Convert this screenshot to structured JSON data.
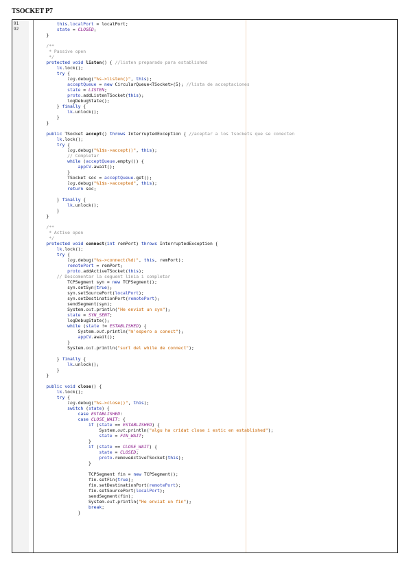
{
  "document": {
    "title": "TSOCKET P7"
  },
  "gutter": {
    "line_numbers": [
      "91",
      "92"
    ]
  },
  "code_lines": [
    [
      {
        "t": "        "
      },
      {
        "t": "this",
        "c": "kw"
      },
      {
        "t": "."
      },
      {
        "t": "localPort",
        "c": "fld"
      },
      {
        "t": " = localPort;"
      }
    ],
    [
      {
        "t": "        "
      },
      {
        "t": "state",
        "c": "fld"
      },
      {
        "t": " = "
      },
      {
        "t": "CLOSED",
        "c": "cst"
      },
      {
        "t": ";"
      }
    ],
    [
      {
        "t": "    }"
      }
    ],
    [
      {
        "t": ""
      }
    ],
    [
      {
        "t": "    /**",
        "c": "com"
      }
    ],
    [
      {
        "t": "     * Passive open",
        "c": "com"
      }
    ],
    [
      {
        "t": "     */",
        "c": "com"
      }
    ],
    [
      {
        "t": "    "
      },
      {
        "t": "protected void",
        "c": "kw"
      },
      {
        "t": " "
      },
      {
        "t": "listen",
        "c": "fn"
      },
      {
        "t": "() { "
      },
      {
        "t": "//listen preparado para established",
        "c": "com"
      }
    ],
    [
      {
        "t": "        "
      },
      {
        "t": "lk",
        "c": "fld"
      },
      {
        "t": ".lock();"
      }
    ],
    [
      {
        "t": "        "
      },
      {
        "t": "try",
        "c": "kw"
      },
      {
        "t": " {"
      }
    ],
    [
      {
        "t": "            "
      },
      {
        "t": "log",
        "c": "stat"
      },
      {
        "t": ".debug("
      },
      {
        "t": "\"%s->listen()\"",
        "c": "str"
      },
      {
        "t": ", "
      },
      {
        "t": "this",
        "c": "kw"
      },
      {
        "t": ");"
      }
    ],
    [
      {
        "t": "            "
      },
      {
        "t": "acceptQueue",
        "c": "fld"
      },
      {
        "t": " = "
      },
      {
        "t": "new",
        "c": "kw"
      },
      {
        "t": " CircularQueue<TSocket>(5); "
      },
      {
        "t": "//lista de acceptaciones",
        "c": "com"
      }
    ],
    [
      {
        "t": "            "
      },
      {
        "t": "state",
        "c": "fld"
      },
      {
        "t": " = "
      },
      {
        "t": "LISTEN",
        "c": "cst"
      },
      {
        "t": ";"
      }
    ],
    [
      {
        "t": "            "
      },
      {
        "t": "proto",
        "c": "fld"
      },
      {
        "t": ".addListenTSocket("
      },
      {
        "t": "this",
        "c": "kw"
      },
      {
        "t": ");"
      }
    ],
    [
      {
        "t": "            logDebugState();"
      }
    ],
    [
      {
        "t": "        } "
      },
      {
        "t": "finally",
        "c": "kw"
      },
      {
        "t": " {"
      }
    ],
    [
      {
        "t": "            "
      },
      {
        "t": "lk",
        "c": "fld"
      },
      {
        "t": ".unlock();"
      }
    ],
    [
      {
        "t": "        }"
      }
    ],
    [
      {
        "t": "    }"
      }
    ],
    [
      {
        "t": ""
      }
    ],
    [
      {
        "t": "    "
      },
      {
        "t": "public",
        "c": "kw"
      },
      {
        "t": " TSocket "
      },
      {
        "t": "accept",
        "c": "fn"
      },
      {
        "t": "() "
      },
      {
        "t": "throws",
        "c": "kw"
      },
      {
        "t": " InterruptedException { "
      },
      {
        "t": "//aceptar a los tsockets que se conecten",
        "c": "com"
      }
    ],
    [
      {
        "t": "        "
      },
      {
        "t": "lk",
        "c": "fld"
      },
      {
        "t": ".lock();"
      }
    ],
    [
      {
        "t": "        "
      },
      {
        "t": "try",
        "c": "kw"
      },
      {
        "t": " {"
      }
    ],
    [
      {
        "t": "            "
      },
      {
        "t": "log",
        "c": "stat"
      },
      {
        "t": ".debug("
      },
      {
        "t": "\"%1$s->accept()\"",
        "c": "str"
      },
      {
        "t": ", "
      },
      {
        "t": "this",
        "c": "kw"
      },
      {
        "t": ");"
      }
    ],
    [
      {
        "t": "            "
      },
      {
        "t": "// Completar",
        "c": "com"
      }
    ],
    [
      {
        "t": "            "
      },
      {
        "t": "while",
        "c": "kw"
      },
      {
        "t": " ("
      },
      {
        "t": "acceptQueue",
        "c": "fld"
      },
      {
        "t": ".empty()) {"
      }
    ],
    [
      {
        "t": "                "
      },
      {
        "t": "appCV",
        "c": "fld"
      },
      {
        "t": ".await();"
      }
    ],
    [
      {
        "t": "            }"
      }
    ],
    [
      {
        "t": "            TSocket soc = "
      },
      {
        "t": "acceptQueue",
        "c": "fld"
      },
      {
        "t": ".get();"
      }
    ],
    [
      {
        "t": "            "
      },
      {
        "t": "log",
        "c": "stat"
      },
      {
        "t": ".debug("
      },
      {
        "t": "\"%1$s->accepted\"",
        "c": "str"
      },
      {
        "t": ", "
      },
      {
        "t": "this",
        "c": "kw"
      },
      {
        "t": ");"
      }
    ],
    [
      {
        "t": "            "
      },
      {
        "t": "return",
        "c": "kw"
      },
      {
        "t": " soc;"
      }
    ],
    [
      {
        "t": ""
      }
    ],
    [
      {
        "t": "        } "
      },
      {
        "t": "finally",
        "c": "kw"
      },
      {
        "t": " {"
      }
    ],
    [
      {
        "t": "            "
      },
      {
        "t": "lk",
        "c": "fld"
      },
      {
        "t": ".unlock();"
      }
    ],
    [
      {
        "t": "        }"
      }
    ],
    [
      {
        "t": "    }"
      }
    ],
    [
      {
        "t": ""
      }
    ],
    [
      {
        "t": "    /**",
        "c": "com"
      }
    ],
    [
      {
        "t": "     * Active open",
        "c": "com"
      }
    ],
    [
      {
        "t": "     */",
        "c": "com"
      }
    ],
    [
      {
        "t": "    "
      },
      {
        "t": "protected void",
        "c": "kw"
      },
      {
        "t": " "
      },
      {
        "t": "connect",
        "c": "fn"
      },
      {
        "t": "("
      },
      {
        "t": "int",
        "c": "kw"
      },
      {
        "t": " remPort) "
      },
      {
        "t": "throws",
        "c": "kw"
      },
      {
        "t": " InterruptedException {"
      }
    ],
    [
      {
        "t": "        "
      },
      {
        "t": "lk",
        "c": "fld"
      },
      {
        "t": ".lock();"
      }
    ],
    [
      {
        "t": "        "
      },
      {
        "t": "try",
        "c": "kw"
      },
      {
        "t": " {"
      }
    ],
    [
      {
        "t": "            "
      },
      {
        "t": "log",
        "c": "stat"
      },
      {
        "t": ".debug("
      },
      {
        "t": "\"%s->connect(%d)\"",
        "c": "str"
      },
      {
        "t": ", "
      },
      {
        "t": "this",
        "c": "kw"
      },
      {
        "t": ", remPort);"
      }
    ],
    [
      {
        "t": "            "
      },
      {
        "t": "remotePort",
        "c": "fld"
      },
      {
        "t": " = remPort;"
      }
    ],
    [
      {
        "t": "            "
      },
      {
        "t": "proto",
        "c": "fld"
      },
      {
        "t": ".addActiveTSocket("
      },
      {
        "t": "this",
        "c": "kw"
      },
      {
        "t": ");"
      }
    ],
    [
      {
        "t": "        "
      },
      {
        "t": "// Descomentar la seguent linia i completar",
        "c": "com"
      }
    ],
    [
      {
        "t": "            TCPSegment syn = "
      },
      {
        "t": "new",
        "c": "kw"
      },
      {
        "t": " TCPSegment();"
      }
    ],
    [
      {
        "t": "            syn.setSyn("
      },
      {
        "t": "true",
        "c": "kw"
      },
      {
        "t": ");"
      }
    ],
    [
      {
        "t": "            syn.setSourcePort("
      },
      {
        "t": "localPort",
        "c": "fld"
      },
      {
        "t": ");"
      }
    ],
    [
      {
        "t": "            syn.setDestinationPort("
      },
      {
        "t": "remotePort",
        "c": "fld"
      },
      {
        "t": ");"
      }
    ],
    [
      {
        "t": "            sendSegment(syn);"
      }
    ],
    [
      {
        "t": "            System."
      },
      {
        "t": "out",
        "c": "stat"
      },
      {
        "t": ".println("
      },
      {
        "t": "\"He enviat un syn\"",
        "c": "str"
      },
      {
        "t": ");"
      }
    ],
    [
      {
        "t": "            "
      },
      {
        "t": "state",
        "c": "fld"
      },
      {
        "t": " = "
      },
      {
        "t": "SYN_SENT",
        "c": "cst"
      },
      {
        "t": ";"
      }
    ],
    [
      {
        "t": "            logDebugState();"
      }
    ],
    [
      {
        "t": "            "
      },
      {
        "t": "while",
        "c": "kw"
      },
      {
        "t": " ("
      },
      {
        "t": "state",
        "c": "fld"
      },
      {
        "t": " != "
      },
      {
        "t": "ESTABLISHED",
        "c": "cst"
      },
      {
        "t": ") {"
      }
    ],
    [
      {
        "t": "                System."
      },
      {
        "t": "out",
        "c": "stat"
      },
      {
        "t": ".println("
      },
      {
        "t": "\"m'espero a conect\"",
        "c": "str"
      },
      {
        "t": ");"
      }
    ],
    [
      {
        "t": "                "
      },
      {
        "t": "appCV",
        "c": "fld"
      },
      {
        "t": ".await();"
      }
    ],
    [
      {
        "t": "            }"
      }
    ],
    [
      {
        "t": "            System."
      },
      {
        "t": "out",
        "c": "stat"
      },
      {
        "t": ".println("
      },
      {
        "t": "\"surt del while de connect\"",
        "c": "str"
      },
      {
        "t": ");"
      }
    ],
    [
      {
        "t": ""
      }
    ],
    [
      {
        "t": "        } "
      },
      {
        "t": "finally",
        "c": "kw"
      },
      {
        "t": " {"
      }
    ],
    [
      {
        "t": "            "
      },
      {
        "t": "lk",
        "c": "fld"
      },
      {
        "t": ".unlock();"
      }
    ],
    [
      {
        "t": "        }"
      }
    ],
    [
      {
        "t": "    }"
      }
    ],
    [
      {
        "t": ""
      }
    ],
    [
      {
        "t": "    "
      },
      {
        "t": "public void",
        "c": "kw"
      },
      {
        "t": " "
      },
      {
        "t": "close",
        "c": "fn"
      },
      {
        "t": "() {"
      }
    ],
    [
      {
        "t": "        "
      },
      {
        "t": "lk",
        "c": "fld"
      },
      {
        "t": ".lock();"
      }
    ],
    [
      {
        "t": "        "
      },
      {
        "t": "try",
        "c": "kw"
      },
      {
        "t": " {"
      }
    ],
    [
      {
        "t": "            "
      },
      {
        "t": "log",
        "c": "stat"
      },
      {
        "t": ".debug("
      },
      {
        "t": "\"%s->close()\"",
        "c": "str"
      },
      {
        "t": ", "
      },
      {
        "t": "this",
        "c": "kw"
      },
      {
        "t": ");"
      }
    ],
    [
      {
        "t": "            "
      },
      {
        "t": "switch",
        "c": "kw"
      },
      {
        "t": " ("
      },
      {
        "t": "state",
        "c": "fld"
      },
      {
        "t": ") {"
      }
    ],
    [
      {
        "t": "                "
      },
      {
        "t": "case",
        "c": "kw"
      },
      {
        "t": " "
      },
      {
        "t": "ESTABLISHED",
        "c": "cst"
      },
      {
        "t": ":"
      }
    ],
    [
      {
        "t": "                "
      },
      {
        "t": "case",
        "c": "kw"
      },
      {
        "t": " "
      },
      {
        "t": "CLOSE_WAIT",
        "c": "cst"
      },
      {
        "t": ": {"
      }
    ],
    [
      {
        "t": "                    "
      },
      {
        "t": "if",
        "c": "kw"
      },
      {
        "t": " ("
      },
      {
        "t": "state",
        "c": "fld"
      },
      {
        "t": " == "
      },
      {
        "t": "ESTABLISHED",
        "c": "cst"
      },
      {
        "t": ") {"
      }
    ],
    [
      {
        "t": "                        System."
      },
      {
        "t": "out",
        "c": "stat"
      },
      {
        "t": ".println("
      },
      {
        "t": "\"algu ha cridat close i estic en established\"",
        "c": "str"
      },
      {
        "t": ");"
      }
    ],
    [
      {
        "t": "                        "
      },
      {
        "t": "state",
        "c": "fld"
      },
      {
        "t": " = "
      },
      {
        "t": "FIN_WAIT",
        "c": "cst"
      },
      {
        "t": ";"
      }
    ],
    [
      {
        "t": "                    }"
      }
    ],
    [
      {
        "t": "                    "
      },
      {
        "t": "if",
        "c": "kw"
      },
      {
        "t": " ("
      },
      {
        "t": "state",
        "c": "fld"
      },
      {
        "t": " == "
      },
      {
        "t": "CLOSE_WAIT",
        "c": "cst"
      },
      {
        "t": ") {"
      }
    ],
    [
      {
        "t": "                        "
      },
      {
        "t": "state",
        "c": "fld"
      },
      {
        "t": " = "
      },
      {
        "t": "CLOSED",
        "c": "cst"
      },
      {
        "t": ";"
      }
    ],
    [
      {
        "t": "                        "
      },
      {
        "t": "proto",
        "c": "fld"
      },
      {
        "t": ".removeActiveTSocket("
      },
      {
        "t": "this",
        "c": "kw"
      },
      {
        "t": ");"
      }
    ],
    [
      {
        "t": "                    }"
      }
    ],
    [
      {
        "t": ""
      }
    ],
    [
      {
        "t": "                    TCPSegment fin = "
      },
      {
        "t": "new",
        "c": "kw"
      },
      {
        "t": " TCPSegment();"
      }
    ],
    [
      {
        "t": "                    fin.setFin("
      },
      {
        "t": "true",
        "c": "kw"
      },
      {
        "t": ");"
      }
    ],
    [
      {
        "t": "                    fin.setDestinationPort("
      },
      {
        "t": "remotePort",
        "c": "fld"
      },
      {
        "t": ");"
      }
    ],
    [
      {
        "t": "                    fin.setSourcePort("
      },
      {
        "t": "localPort",
        "c": "fld"
      },
      {
        "t": ");"
      }
    ],
    [
      {
        "t": "                    sendSegment(fin);"
      }
    ],
    [
      {
        "t": "                    System."
      },
      {
        "t": "out",
        "c": "stat"
      },
      {
        "t": ".println("
      },
      {
        "t": "\"He enviat un fin\"",
        "c": "str"
      },
      {
        "t": ");"
      }
    ],
    [
      {
        "t": "                    "
      },
      {
        "t": "break",
        "c": "kw"
      },
      {
        "t": ";"
      }
    ],
    [
      {
        "t": "                }"
      }
    ]
  ]
}
